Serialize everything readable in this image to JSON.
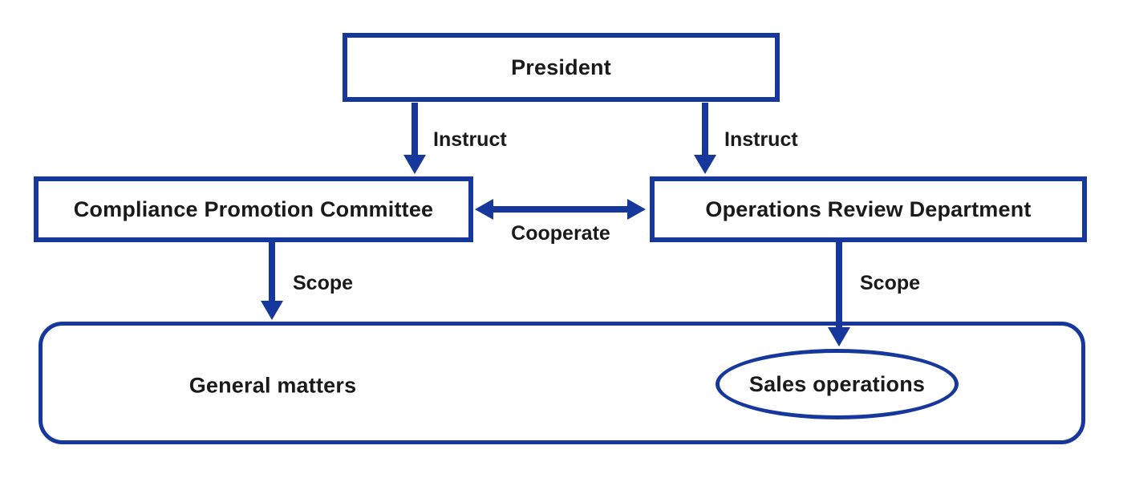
{
  "diagram": {
    "nodes": {
      "president": {
        "label": "President",
        "shape": "rectangle"
      },
      "compliance": {
        "label": "Compliance Promotion Committee",
        "shape": "rectangle"
      },
      "operations": {
        "label": "Operations Review Department",
        "shape": "rectangle"
      },
      "scope_area": {
        "label": "",
        "shape": "rounded-rectangle"
      },
      "general": {
        "label": "General matters",
        "shape": "text"
      },
      "sales": {
        "label": "Sales operations",
        "shape": "ellipse"
      }
    },
    "edges": {
      "instruct_left": {
        "label": "Instruct",
        "from": "president",
        "to": "compliance",
        "direction": "down"
      },
      "instruct_right": {
        "label": "Instruct",
        "from": "president",
        "to": "operations",
        "direction": "down"
      },
      "cooperate": {
        "label": "Cooperate",
        "from": "compliance",
        "to": "operations",
        "direction": "bidirectional"
      },
      "scope_left": {
        "label": "Scope",
        "from": "compliance",
        "to": "scope_area",
        "direction": "down"
      },
      "scope_right": {
        "label": "Scope",
        "from": "operations",
        "to": "sales",
        "direction": "down"
      }
    },
    "colors": {
      "accent": "#16389d",
      "text": "#1a1a1a",
      "background": "#ffffff"
    }
  }
}
